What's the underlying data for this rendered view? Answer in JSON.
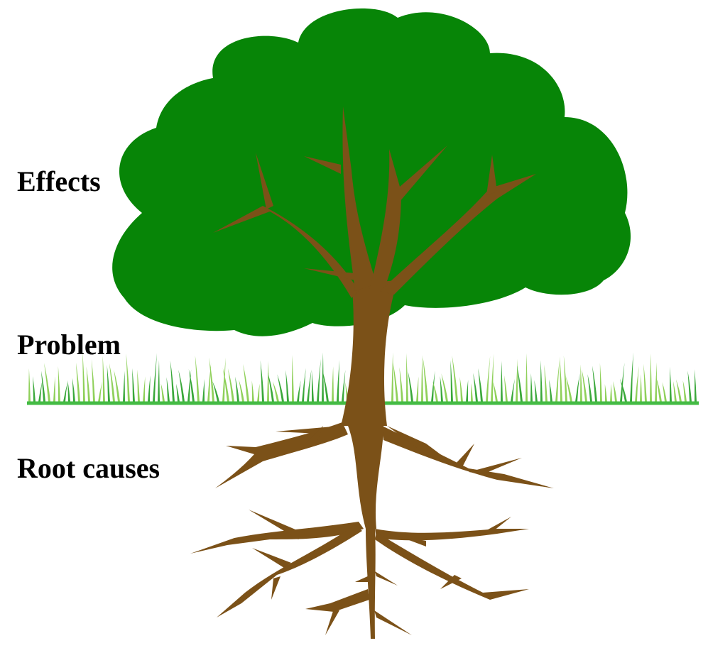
{
  "labels": {
    "effects": "Effects",
    "problem": "Problem",
    "root_causes": "Root causes"
  },
  "colors": {
    "foliage": "#078507",
    "trunk": "#7b5118",
    "grass_dark": "#3aa83a",
    "grass_light": "#8fd05a",
    "ground_line": "#44bb44",
    "text": "#000000"
  },
  "icons": {
    "tree": "tree-icon",
    "grass": "grass-strip",
    "roots": "roots-icon"
  }
}
